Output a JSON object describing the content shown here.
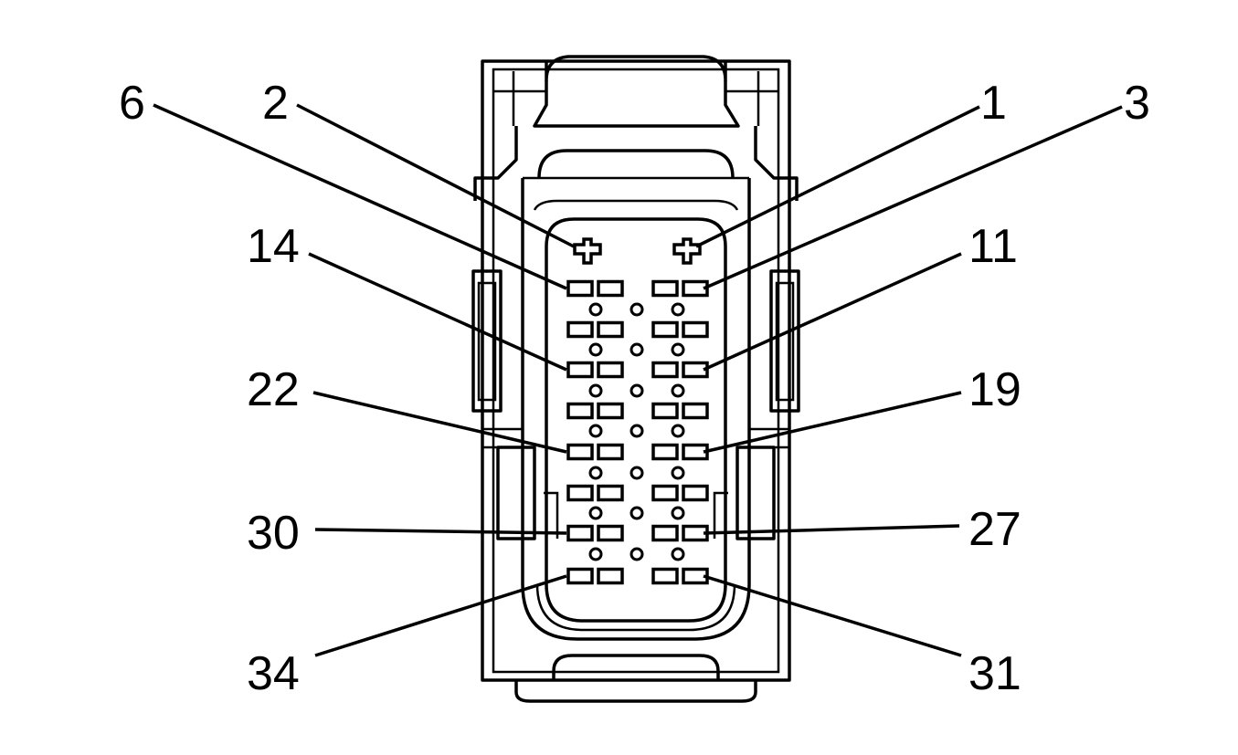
{
  "diagram": {
    "callouts": [
      {
        "label": "6",
        "side": "left"
      },
      {
        "label": "2",
        "side": "left"
      },
      {
        "label": "14",
        "side": "left"
      },
      {
        "label": "22",
        "side": "left"
      },
      {
        "label": "30",
        "side": "left"
      },
      {
        "label": "34",
        "side": "left"
      },
      {
        "label": "1",
        "side": "right"
      },
      {
        "label": "3",
        "side": "right"
      },
      {
        "label": "11",
        "side": "right"
      },
      {
        "label": "19",
        "side": "right"
      },
      {
        "label": "27",
        "side": "right"
      },
      {
        "label": "31",
        "side": "right"
      }
    ]
  }
}
